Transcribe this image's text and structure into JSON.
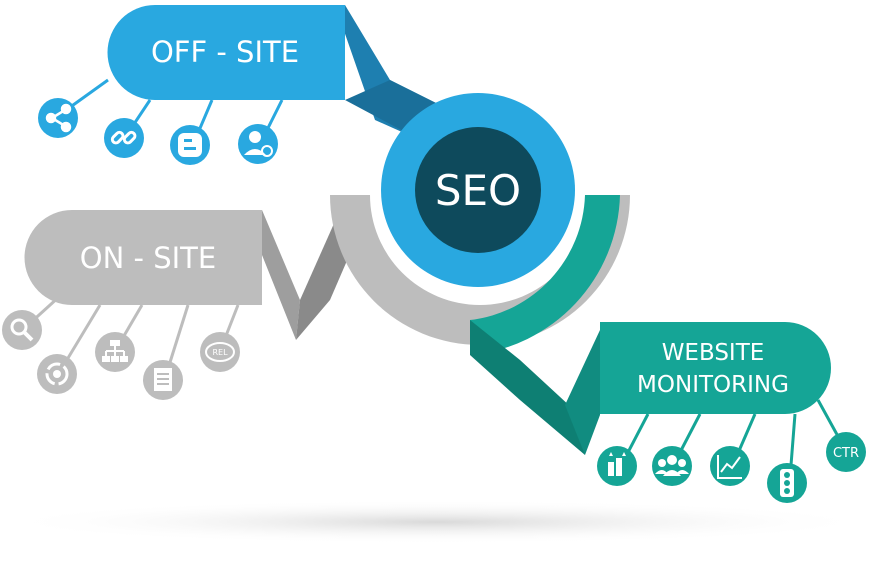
{
  "diagram": {
    "center": {
      "label": "SEO"
    },
    "branches": {
      "off_site": {
        "label": "OFF - SITE",
        "color": "#29a8e0",
        "color_dark": "#1e7fb0",
        "icons": [
          "share-icon",
          "link-icon",
          "blogger-icon",
          "user-link-icon"
        ]
      },
      "on_site": {
        "label": "ON - SITE",
        "color": "#bdbdbd",
        "color_dark": "#8d8d8d",
        "icons": [
          "search-icon",
          "settings-refresh-icon",
          "sitemap-icon",
          "document-icon",
          "rel-nofollow-icon"
        ],
        "rel_badge": "REL"
      },
      "monitoring": {
        "label_line1": "WEBSITE",
        "label_line2": "MONITORING",
        "color": "#15a596",
        "color_dark": "#0e7f73",
        "icons": [
          "ranking-icon",
          "users-icon",
          "line-chart-icon",
          "traffic-light-icon",
          "ctr-icon"
        ],
        "ctr_label": "CTR"
      }
    },
    "center_colors": {
      "core": "#0e4a5c",
      "ring": "#29a8e0"
    }
  }
}
